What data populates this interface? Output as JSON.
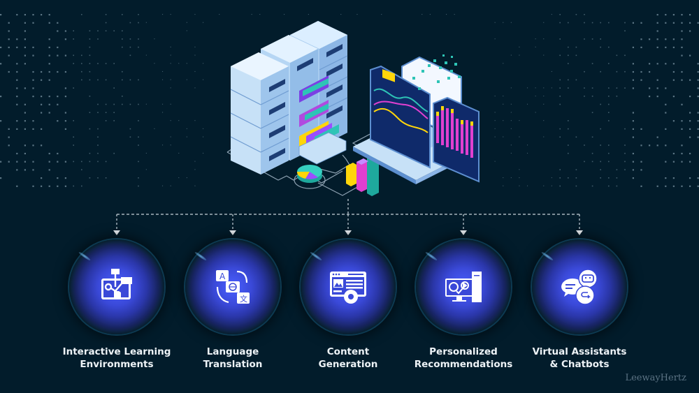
{
  "diagram": {
    "source_node": "data-server-and-analytics-illustration",
    "items": [
      {
        "id": "interactive-learning",
        "line1": "Interactive Learning",
        "line2": "Environments",
        "icon": "interactive-tablet-touch-icon"
      },
      {
        "id": "language-translation",
        "line1": "Language",
        "line2": "Translation",
        "icon": "translation-icon"
      },
      {
        "id": "content-generation",
        "line1": "Content",
        "line2": "Generation",
        "icon": "web-content-gear-icon"
      },
      {
        "id": "personalized-recommendations",
        "line1": "Personalized",
        "line2": "Recommendations",
        "icon": "monitor-recommendation-icon"
      },
      {
        "id": "virtual-assistants",
        "line1": "Virtual Assistants",
        "line2": "& Chatbots",
        "icon": "chatbot-icon"
      }
    ]
  },
  "watermark": "LeewayHertz",
  "colors": {
    "background": "#021c2b",
    "circle_core": "#3a49d8",
    "text": "#eef3f7",
    "connector": "#c8d2da",
    "server": "#c7e1f7",
    "accent_teal": "#2ec4b6",
    "accent_magenta": "#e040d0",
    "accent_yellow": "#ffd60a",
    "accent_purple": "#9b4dff"
  }
}
